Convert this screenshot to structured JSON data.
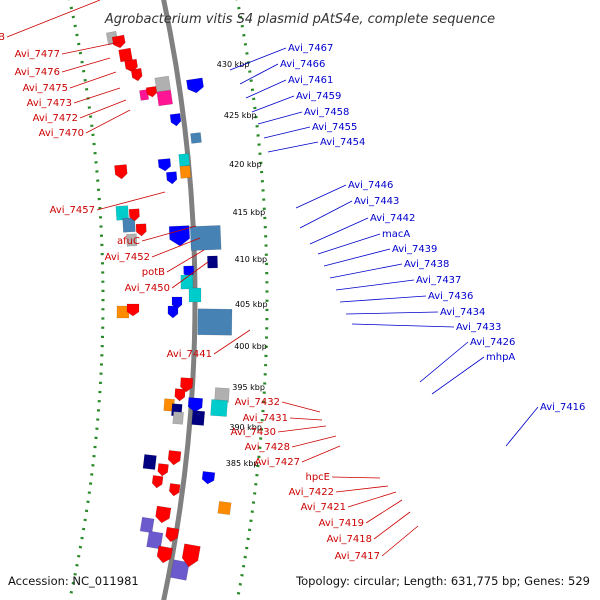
{
  "title": "Agrobacterium vitis S4 plasmid pAtS4e, complete sequence",
  "accession": "Accession: NC_011981",
  "summary": "Topology: circular; Length: 631,775 bp; Genes: 529",
  "colors": {
    "backbone": "#808080",
    "gc_dots": "#2a8a2a",
    "reverse_label": "#cc0000",
    "forward_label": "#0000cc",
    "reverse_gene": "#ff0000",
    "forward_gene": "#0000ff",
    "dark_gene": "#000080",
    "cyan_gene": "#00cccc",
    "steel_gene": "#4682b4",
    "magenta_gene": "#ff1493",
    "orange_gene": "#ff8c00",
    "purple_gene": "#6a5acd",
    "gray_gene": "#b0b0b0"
  },
  "ticks": [
    "430 kbp",
    "425 kbp",
    "420 kbp",
    "415 kbp",
    "410 kbp",
    "405 kbp",
    "400 kbp",
    "395 kbp",
    "390 kbp",
    "385 kbp"
  ],
  "left_labels": [
    "amaB",
    "Avi_7477",
    "Avi_7476",
    "Avi_7475",
    "Avi_7473",
    "Avi_7472",
    "Avi_7470",
    "Avi_7457",
    "afuC",
    "Avi_7452",
    "potB",
    "Avi_7450",
    "Avi_7441",
    "Avi_7432",
    "Avi_7431",
    "Avi_7430",
    "Avi_7428",
    "Avi_7427",
    "hpcE",
    "Avi_7422",
    "Avi_7421",
    "Avi_7419",
    "Avi_7418",
    "Avi_7417"
  ],
  "right_labels": [
    "Avi_7467",
    "Avi_7466",
    "Avi_7461",
    "Avi_7459",
    "Avi_7458",
    "Avi_7455",
    "Avi_7454",
    "Avi_7446",
    "Avi_7443",
    "Avi_7442",
    "macA",
    "Avi_7439",
    "Avi_7438",
    "Avi_7437",
    "Avi_7436",
    "Avi_7434",
    "Avi_7433",
    "Avi_7426",
    "mhpA",
    "Avi_7416"
  ]
}
